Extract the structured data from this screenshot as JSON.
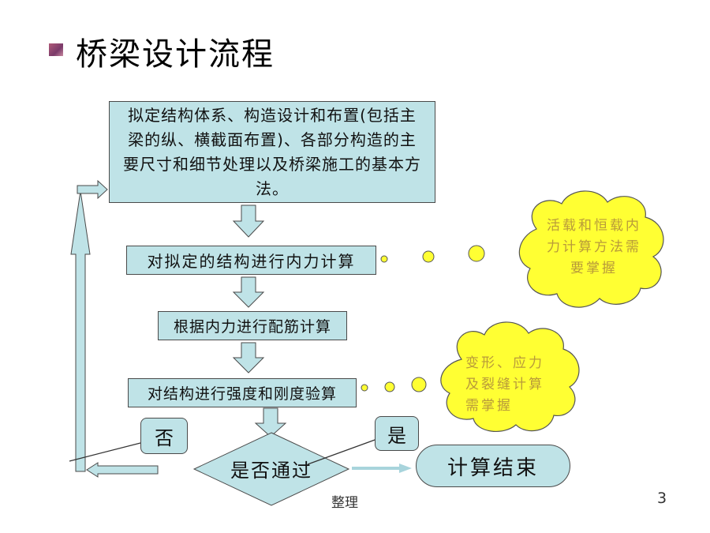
{
  "title": "桥梁设计流程",
  "colors": {
    "box_fill": "#bfe3e7",
    "cloud_fill": "#ffff33",
    "dot_fill": "#ffff33",
    "cloud_text": "#b89a3a"
  },
  "flow": {
    "step_main": "拟定结构体系、构造设计和布置(包括主梁的纵、横截面布置)、各部分构造的主要尺寸和细节处理以及桥梁施工的基本方法。",
    "step_internal_force": "对拟定的结构进行内力计算",
    "step_reinforcement": "根据内力进行配筋计算",
    "step_check": "对结构进行强度和刚度验算",
    "decision": "是否通过",
    "no_label": "否",
    "yes_label": "是",
    "end": "计算结束"
  },
  "notes": {
    "cloud_1": "活载和恒载内力计算方法需要掌握",
    "cloud_2": "变形、应力及裂缝计算需掌握"
  },
  "footer": "整理",
  "page_number": "3"
}
